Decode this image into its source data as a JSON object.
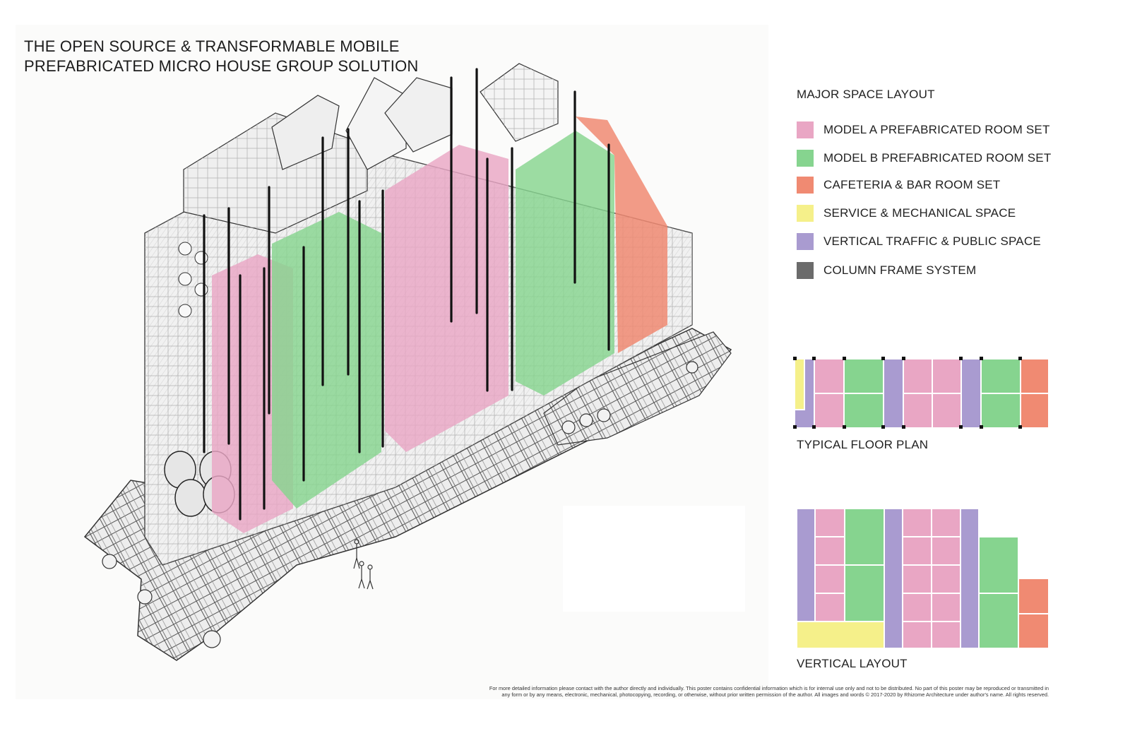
{
  "title": {
    "line1": "THE OPEN SOURCE & TRANSFORMABLE MOBILE",
    "line2": "PREFABRICATED MICRO HOUSE GROUP SOLUTION"
  },
  "legend": {
    "heading": "MAJOR SPACE LAYOUT",
    "items": [
      {
        "label": "MODEL A PREFABRICATED ROOM SET",
        "color": "#e9a6c4"
      },
      {
        "label": "MODEL B PREFABRICATED ROOM SET",
        "color": "#86d48f"
      },
      {
        "label": "CAFETERIA & BAR ROOM SET",
        "color": "#f08a72"
      },
      {
        "label": "SERVICE & MECHANICAL SPACE",
        "color": "#f5f08a"
      },
      {
        "label": "VERTICAL TRAFFIC & PUBLIC SPACE",
        "color": "#a99bd0"
      },
      {
        "label": "COLUMN FRAME SYSTEM",
        "color": "#6b6b6b"
      }
    ]
  },
  "floor_plan_label": "TYPICAL FLOOR PLAN",
  "vertical_layout_label": "VERTICAL LAYOUT",
  "footnote": {
    "line1": "For more detailed information please contact with the author directly and individually. This poster contains confidential information which is for internal use only and not to be distributed. No part of this poster may be reproduced or transmitted in",
    "line2": "any form or by any means, electronic, mechanical, photocopying, recording, or otherwise, without prior written permission of the author. All images and words © 2017-2020 by Rhizome Architecture under author's name. All rights reserved."
  }
}
